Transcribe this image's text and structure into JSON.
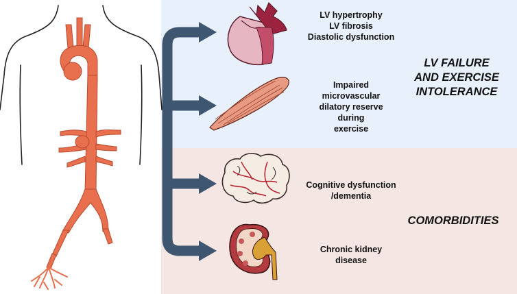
{
  "outcomes": [
    {
      "label": "LV hypertrophy\nLV fibrosis\nDiastolic dysfunction",
      "icon": "heart-icon"
    },
    {
      "label": "Impaired\nmicrovascular\ndilatory reserve\nduring\nexercise",
      "icon": "muscle-icon"
    },
    {
      "label": "Cognitive dysfunction\n/dementia",
      "icon": "brain-icon"
    },
    {
      "label": "Chronic kidney\ndisease",
      "icon": "kidney-icon"
    }
  ],
  "categories": [
    {
      "label": "LV FAILURE\nAND EXERCISE\nINTOLERANCE"
    },
    {
      "label": "COMORBIDITIES"
    }
  ],
  "colors": {
    "artery": "#e8704f",
    "arrow": "#3f5670",
    "panel_top": "#e8f0fb",
    "panel_bottom": "#f3e6e3"
  }
}
